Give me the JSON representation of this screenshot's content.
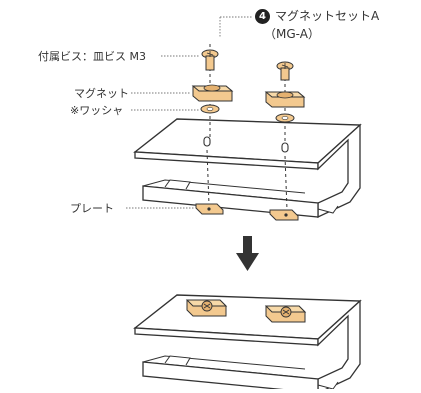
{
  "callout": {
    "step_number": "4",
    "product_name": "マグネットセットA",
    "product_code": "（MG-A）"
  },
  "labels": {
    "screw": "付属ビス：皿ビス M3",
    "magnet": "マグネット",
    "washer": "※ワッシャ",
    "plate": "プレート"
  },
  "colors": {
    "metal_part": "#f3c98f",
    "metal_part_dark": "#c9924e",
    "outline": "#333333",
    "leader": "#777777"
  },
  "icons": {
    "arrow": "arrow-down-icon"
  }
}
